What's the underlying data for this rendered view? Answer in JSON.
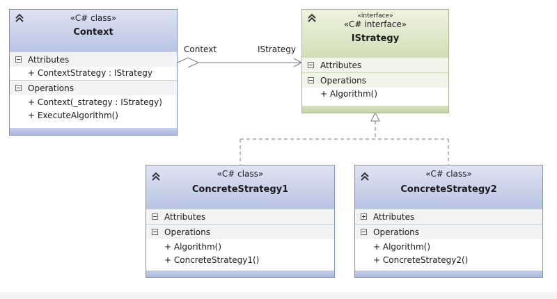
{
  "context": {
    "stereotype": "«C# class»",
    "name": "Context",
    "attributes_label": "Attributes",
    "attributes": [
      "+ ContextStrategy : IStrategy"
    ],
    "operations_label": "Operations",
    "operations": [
      "+ Context(_strategy : IStrategy)",
      "+ ExecuteAlgorithm()"
    ]
  },
  "istrategy": {
    "stereotype_small": "«interface»",
    "stereotype": "«C# interface»",
    "name": "IStrategy",
    "attributes_label": "Attributes",
    "operations_label": "Operations",
    "operations": [
      "+ Algorithm()"
    ]
  },
  "concrete1": {
    "stereotype": "«C# class»",
    "name": "ConcreteStrategy1",
    "attributes_label": "Attributes",
    "operations_label": "Operations",
    "operations": [
      "+ Algorithm()",
      "+ ConcreteStrategy1()"
    ]
  },
  "concrete2": {
    "stereotype": "«C# class»",
    "name": "ConcreteStrategy2",
    "attributes_label": "Attributes",
    "operations_label": "Operations",
    "operations": [
      "+ Algorithm()",
      "+ ConcreteStrategy2()"
    ]
  },
  "association": {
    "source_role": "Context",
    "target_role": "IStrategy"
  },
  "colors": {
    "class_border": "#7f93bf",
    "class_header": "#b9c4e3",
    "interface_border": "#a5b58e",
    "interface_header": "#d3deb8",
    "connector": "#7a7a7a"
  }
}
